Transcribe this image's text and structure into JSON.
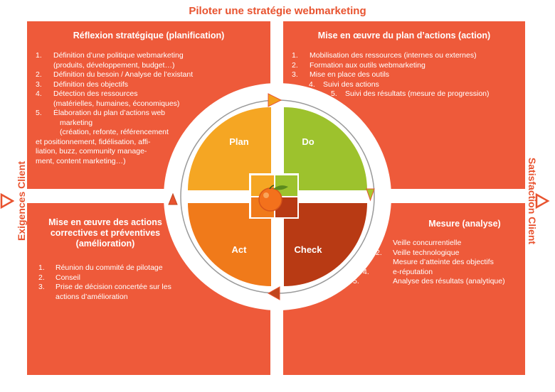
{
  "title": "Piloter une stratégie webmarketing",
  "side_left": "Exigences Client",
  "side_right": "Satisfaction Client",
  "quadrants": {
    "plan": {
      "title": "Réflexion stratégique (planification)",
      "items": [
        {
          "num": "1.",
          "text": "Définition d’une politique webmarketing"
        },
        {
          "num": "",
          "text": "(produits, développement, budget…)"
        },
        {
          "num": "2.",
          "text": "Définition du besoin / Analyse de l’existant"
        },
        {
          "num": "3.",
          "text": "Définition des objectifs"
        },
        {
          "num": "4.",
          "text": "Détection des ressources"
        },
        {
          "num": "",
          "text": "(matérielles, humaines, économiques)"
        },
        {
          "num": "5.",
          "text": "Élaboration du plan d’actions web"
        },
        {
          "num": "",
          "text": "marketing"
        },
        {
          "num": "",
          "text": "(création, refonte, référencement"
        },
        {
          "num": "",
          "text": "et positionnement, fidélisation, affi-"
        },
        {
          "num": "",
          "text": "liation, buzz, community manage-"
        },
        {
          "num": "",
          "text": "ment, content marketing…)"
        }
      ]
    },
    "do": {
      "title": "Mise en œuvre du plan d’actions (action)",
      "items": [
        {
          "num": "1.",
          "text": "Mobilisation des ressources (internes ou externes)"
        },
        {
          "num": "2.",
          "text": "Formation aux outils webmarketing"
        },
        {
          "num": "3.",
          "text": "Mise en place des outils"
        },
        {
          "num": "4.",
          "text": "Suivi des actions"
        },
        {
          "num": "5.",
          "text": "Suivi des résultats (mesure de progression)"
        }
      ]
    },
    "act": {
      "title": "Mise en œuvre des actions correctives et préventives (amélioration)",
      "items": [
        {
          "num": "1.",
          "text": "Réunion du commité de pilotage"
        },
        {
          "num": "2.",
          "text": "Conseil"
        },
        {
          "num": "3.",
          "text": "Prise de décision concertée sur les"
        },
        {
          "num": "",
          "text": "actions d’amélioration"
        }
      ]
    },
    "check": {
      "title": "Mesure (analyse)",
      "items": [
        {
          "num": "1.",
          "text": "Veille concurrentielle"
        },
        {
          "num": "2.",
          "text": "Veille technologique"
        },
        {
          "num": "3.",
          "text": "Mesure d’atteinte des objectifs"
        },
        {
          "num": "4.",
          "text": "e-réputation"
        },
        {
          "num": "5.",
          "text": "Analyse des résultats (analytique)"
        }
      ]
    }
  },
  "wheel": {
    "plan_label": "Plan",
    "do_label": "Do",
    "act_label": "Act",
    "check_label": "Check"
  },
  "colors": {
    "accent": "#e8532f",
    "quadrant_bg": "#ee5a3a",
    "plan": "#f5a623",
    "do": "#9dc22d",
    "act": "#f07a1a",
    "check": "#b83a14",
    "arrow_plan": "#f2a01b",
    "arrow_do": "#a6c72d",
    "arrow_check": "#c0461e",
    "arrow_act": "#e8532f"
  }
}
